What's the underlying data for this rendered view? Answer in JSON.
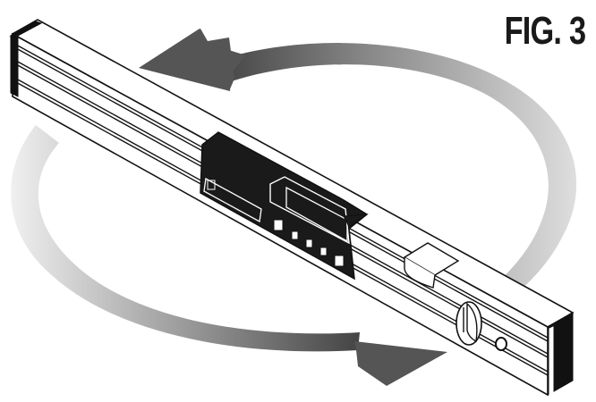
{
  "figure": {
    "label": "FIG. 3",
    "subject": "digital level rotating 360 degrees",
    "arrows": [
      {
        "name": "upper-arrow",
        "direction": "counterclockwise-left",
        "color": "#555555"
      },
      {
        "name": "lower-arrow",
        "direction": "right",
        "color": "#555555"
      }
    ],
    "ring_gradient": [
      "#4d4d4d",
      "#e6e6e6"
    ],
    "device": {
      "body_color": "#ffffff",
      "outline_color": "#111111",
      "display_housing_color": "#1a1a1a",
      "buttons_count": 5,
      "components": [
        "lcd-display",
        "keypad",
        "bubble-vial",
        "level-vial-dial",
        "end-cap",
        "hole"
      ]
    }
  }
}
